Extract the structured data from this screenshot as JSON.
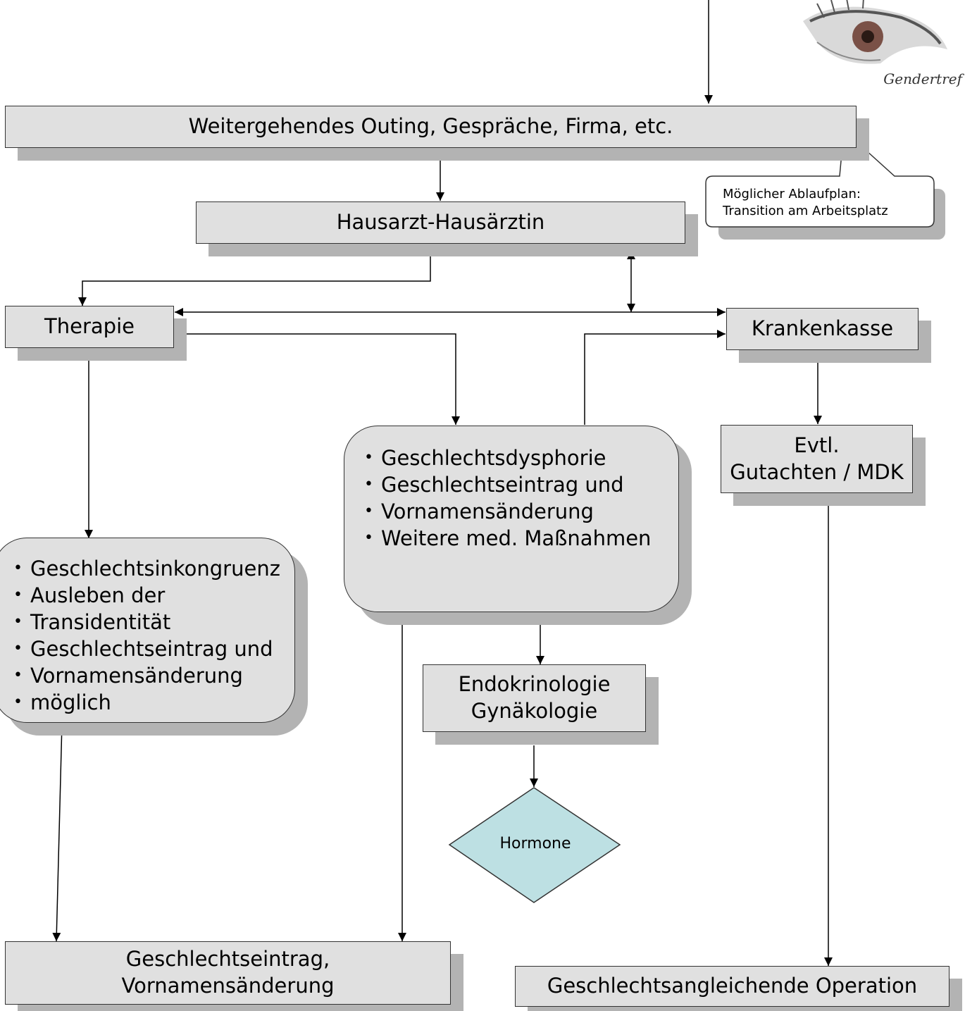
{
  "logo": {
    "text": "Gendertref",
    "icon": "eye-icon"
  },
  "nodes": {
    "outing": "Weitergehendes Outing, Gespräche, Firma, etc.",
    "hausarzt": "Hausarzt-Hausärztin",
    "therapie": "Therapie",
    "krankenkasse": "Krankenkasse",
    "gutachten": [
      "Evtl.",
      "Gutachten / MDK"
    ],
    "middle_list": [
      "Geschlechtsdysphorie",
      "Geschlechtseintrag und",
      "Vornamensänderung",
      "Weitere med. Maßnahmen"
    ],
    "left_list": [
      "Geschlechtsinkongruenz",
      "Ausleben der",
      "Transidentität",
      "Geschlechtseintrag und",
      "Vornamensänderung",
      "möglich"
    ],
    "endokrinologie": [
      "Endokrinologie",
      "Gynäkologie"
    ],
    "hormone": "Hormone",
    "eintrag": [
      "Geschlechtseintrag,",
      "Vornamensänderung"
    ],
    "operation": "Geschlechtsangleichende Operation"
  },
  "callout": [
    "Möglicher Ablaufplan:",
    "Transition am Arbeitsplatz"
  ],
  "colors": {
    "box_fill": "#e0e0e0",
    "shadow": "#b3b3b3",
    "diamond_fill": "#bde0e3",
    "line": "#000000"
  }
}
